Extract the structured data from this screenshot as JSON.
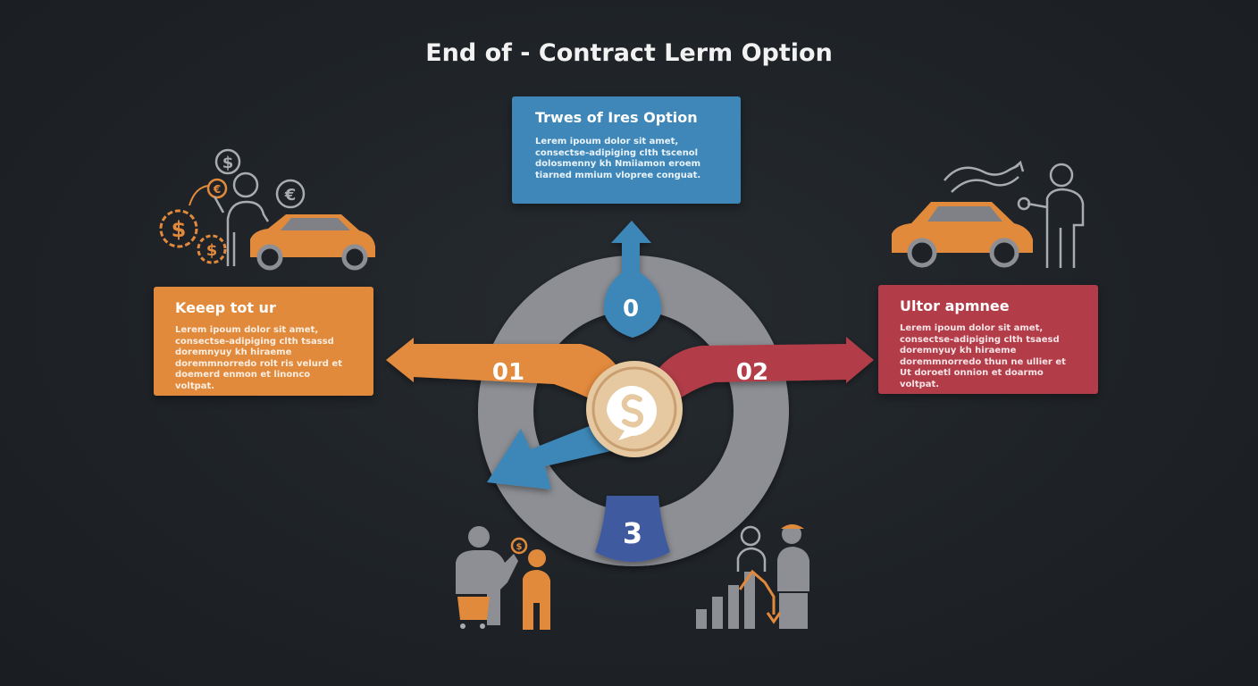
{
  "title": "End of - Contract Lerm Option",
  "cards": {
    "top": {
      "heading": "Trwes of Ires Option",
      "body": "Lerem ipoum dolor sit amet, consectse-adipiging clth tscenol dolosmenny kh Nmiiamon eroem tiarned mmium vlopree conguat."
    },
    "left": {
      "heading": "Keeep tot ur",
      "body": "Lerem ipoum dolor sit amet, consectse-adipiging clth tsassd doremnyuy kh hiraeme doremmnorredo rolt ris velurd et doemerd enmon et linonco voltpat."
    },
    "right": {
      "heading": "Ultor apmnee",
      "body": "Lerem ipoum dolor sit amet, consectse-adipiging clth tsaesd doremnyuy kh hiraeme doremmnorredo thun ne ullier et Ut doroetl onnion et doarmo voltpat."
    }
  },
  "markers": {
    "top": "0",
    "left": "01",
    "right": "02",
    "bottom": "3"
  },
  "colors": {
    "blue": "#3e87b8",
    "orange": "#e28a3c",
    "red": "#b23c48",
    "navy": "#3f5aa0",
    "ring": "#8d8f94",
    "hub": "#e6c9a0"
  },
  "icons": [
    "coins-person-car-icon",
    "person-handshake-car-icon",
    "people-shopping-cart-icon",
    "people-bar-chart-icon",
    "hub-s-icon"
  ]
}
